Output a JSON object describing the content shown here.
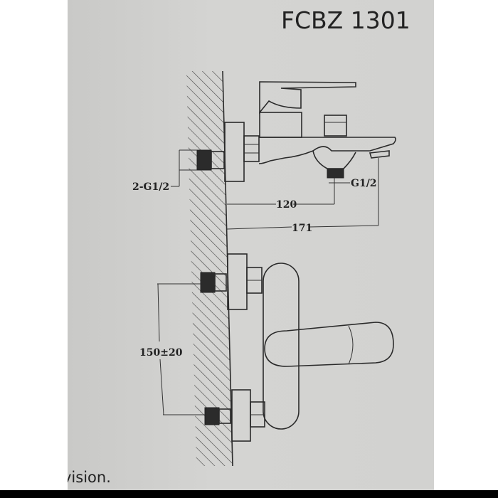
{
  "title": "FCBZ 1301",
  "dimensions": {
    "inlet_thread": "2-G1/2",
    "outlet_thread": "G1/2",
    "outlet_distance": "120",
    "spout_length": "171",
    "inlet_spacing": "150±20"
  },
  "footer_text": "vision."
}
